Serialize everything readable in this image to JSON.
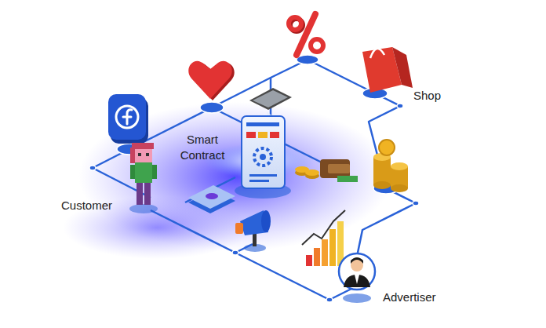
{
  "diagram": {
    "labels": [
      "Shop",
      "Smart Contract",
      "Customer",
      "Advertiser"
    ]
  }
}
